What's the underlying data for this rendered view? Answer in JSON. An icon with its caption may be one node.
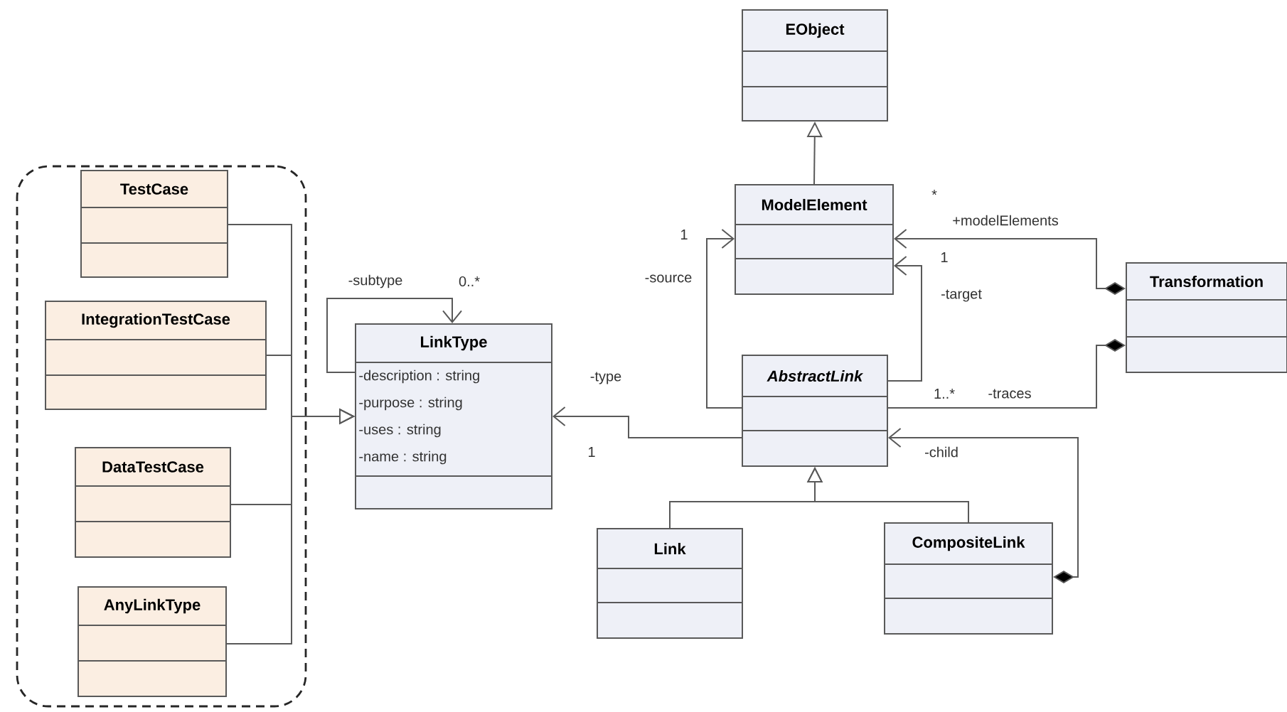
{
  "diagram": {
    "nodes": [
      {
        "text": [],
        "shape": "box"
      },
      {
        "text": [
          "TestCase"
        ],
        "in": 0
      },
      {
        "text": [
          "IntegrationTestCase"
        ],
        "in": 0
      },
      {
        "text": [
          "DataTestCase"
        ],
        "in": 0
      },
      {
        "text": [
          "AnyLinkType"
        ],
        "in": 0
      },
      {
        "text": [
          "LinkType",
          "-description : string",
          "-purpose : string",
          "-uses : string",
          "-name : string"
        ]
      },
      {
        "text": [
          "EObject"
        ]
      },
      {
        "text": [
          "ModelElement"
        ]
      },
      {
        "text": [
          "Transformation"
        ]
      },
      {
        "text": [
          "AbstractLink"
        ]
      },
      {
        "text": [
          "Link"
        ]
      },
      {
        "text": [
          "CompositeLink"
        ]
      }
    ],
    "edges": [
      {
        "from": 1,
        "to": 5,
        "arrow": "to"
      },
      {
        "from": 2,
        "to": 5,
        "arrow": "to"
      },
      {
        "from": 3,
        "to": 5,
        "arrow": "to"
      },
      {
        "from": 4,
        "to": 5,
        "arrow": "to"
      },
      {
        "from": 5,
        "to": 5,
        "arrow": "to",
        "label": "-subtype"
      },
      {
        "from": 7,
        "to": 6,
        "arrow": "to"
      },
      {
        "from": 9,
        "to": 7,
        "arrow": "to",
        "label": "-source"
      },
      {
        "from": 9,
        "to": 7,
        "arrow": "to",
        "label": "-target"
      },
      {
        "from": 8,
        "to": 7,
        "arrow": "to",
        "label": "+modelElements"
      },
      {
        "from": 8,
        "to": 9,
        "arrow": "other",
        "label": "-traces"
      },
      {
        "from": 11,
        "to": 9,
        "arrow": "to",
        "label": "-child"
      },
      {
        "from": 9,
        "to": 5,
        "arrow": "to",
        "label": "-type"
      },
      {
        "from": 10,
        "to": 9,
        "arrow": "to"
      },
      {
        "from": 11,
        "to": 9,
        "arrow": "to"
      }
    ],
    "labels": [
      "*",
      "0..*",
      "1",
      "1",
      "1..*",
      "1"
    ]
  }
}
